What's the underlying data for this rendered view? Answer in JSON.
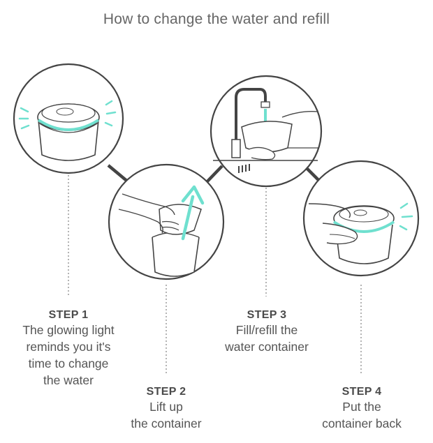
{
  "title": "How to change the water and refill",
  "colors": {
    "line": "#444444",
    "accent": "#6fe0cf",
    "dotted": "#8a8a8a",
    "text": "#555555"
  },
  "steps": [
    {
      "label": "STEP 1",
      "desc_lines": [
        "The glowing light",
        "reminds you it's",
        "time to change",
        "the water"
      ],
      "illustration": "glowing-container-illustration"
    },
    {
      "label": "STEP 2",
      "desc_lines": [
        "Lift up",
        "the container"
      ],
      "illustration": "lift-container-illustration"
    },
    {
      "label": "STEP 3",
      "desc_lines": [
        "Fill/refill the",
        "water container"
      ],
      "illustration": "faucet-refill-illustration"
    },
    {
      "label": "STEP 4",
      "desc_lines": [
        "Put the",
        "container back"
      ],
      "illustration": "replace-container-illustration"
    }
  ]
}
